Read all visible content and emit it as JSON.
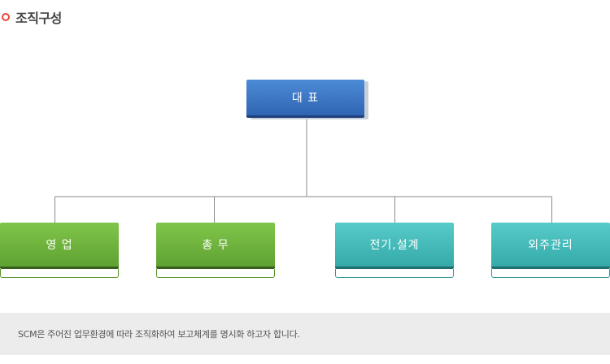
{
  "header": {
    "title": "조직구성"
  },
  "org_chart": {
    "root": {
      "label": "대 표"
    },
    "departments": [
      {
        "label": "영 업",
        "color": "#6cb33f"
      },
      {
        "label": "총 무",
        "color": "#6cb33f"
      },
      {
        "label": "전기,설계",
        "color": "#3dbab9"
      },
      {
        "label": "외주관리",
        "color": "#3dbab9"
      }
    ],
    "connector_color": "#8a8a8a"
  },
  "footer": {
    "text": "SCM은 주어진 업무환경에 따라 조직화하여 보고체계를 명시화 하고자 합니다."
  }
}
